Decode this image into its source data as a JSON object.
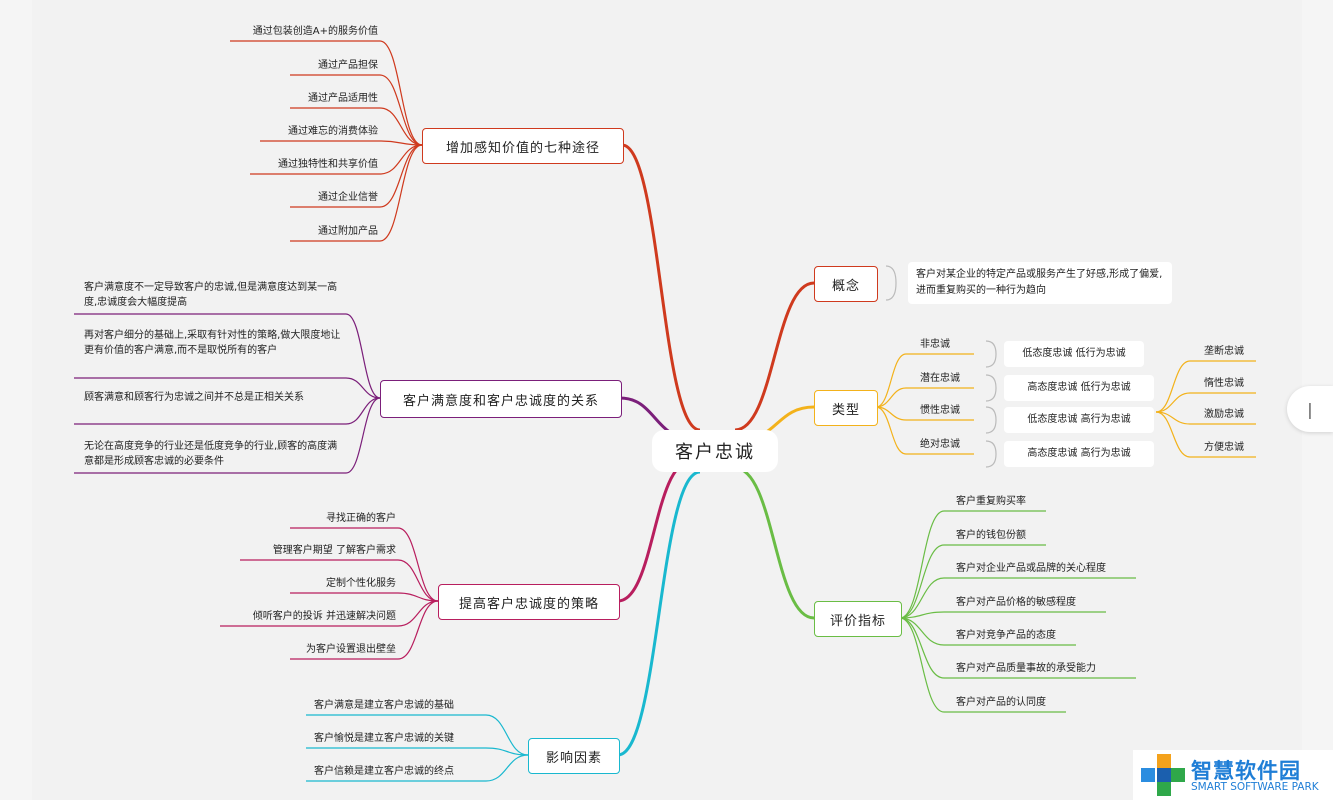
{
  "center": "客户忠诚",
  "branches": {
    "perceived": {
      "title": "增加感知价值的七种途径",
      "color": "#cf3a1e",
      "items": [
        "通过包装创造A+的服务价值",
        "通过产品担保",
        "通过产品适用性",
        "通过难忘的消费体验",
        "通过独特性和共享价值",
        "通过企业信誉",
        "通过附加产品"
      ]
    },
    "relation": {
      "title": "客户满意度和客户忠诚度的关系",
      "color": "#7b1f7a",
      "items": [
        "客户满意度不一定导致客户的忠诚,但是满意度达到某一高度,忠诚度会大幅度提高",
        "再对客户细分的基础上,采取有针对性的策略,做大限度地让更有价值的客户满意,而不是取悦所有的客户",
        "顾客满意和顾客行为忠诚之间并不总是正相关关系",
        "无论在高度竞争的行业还是低度竞争的行业,顾客的高度满意都是形成顾客忠诚的必要条件"
      ]
    },
    "strategy": {
      "title": "提高客户忠诚度的策略",
      "color": "#b81e5e",
      "items": [
        "寻找正确的客户",
        "管理客户期望 了解客户需求",
        "定制个性化服务",
        "倾听客户的投诉 并迅速解决问题",
        "为客户设置退出壁垒"
      ]
    },
    "factors": {
      "title": "影响因素",
      "color": "#19b8cf",
      "items": [
        "客户满意是建立客户忠诚的基础",
        "客户愉悦是建立客户忠诚的关键",
        "客户信赖是建立客户忠诚的终点"
      ]
    },
    "concept": {
      "title": "概念",
      "color": "#cf3a1e",
      "text": "客户对某企业的特定产品或服务产生了好感,形成了偏爱,进而重复购买的一种行为趋向"
    },
    "types": {
      "title": "类型",
      "color": "#f3b21b",
      "items": [
        {
          "name": "非忠诚",
          "detail": "低态度忠诚   低行为忠诚"
        },
        {
          "name": "潜在忠诚",
          "detail": "高态度忠诚   低行为忠诚"
        },
        {
          "name": "惯性忠诚",
          "detail": "低态度忠诚   高行为忠诚"
        },
        {
          "name": "绝对忠诚",
          "detail": "高态度忠诚   高行为忠诚"
        }
      ],
      "sub": [
        "垄断忠诚",
        "惰性忠诚",
        "激励忠诚",
        "方便忠诚"
      ]
    },
    "metrics": {
      "title": "评价指标",
      "color": "#6abd45",
      "items": [
        "客户重复购买率",
        "客户的钱包份额",
        "客户对企业产品或品牌的关心程度",
        "客户对产品价格的敏感程度",
        "客户对竞争产品的态度",
        "客户对产品质量事故的承受能力",
        "客户对产品的认同度"
      ]
    }
  },
  "watermark": {
    "name": "智慧软件园",
    "sub": "SMART SOFTWARE PARK"
  },
  "ui": {
    "scroll_handle": "|"
  }
}
